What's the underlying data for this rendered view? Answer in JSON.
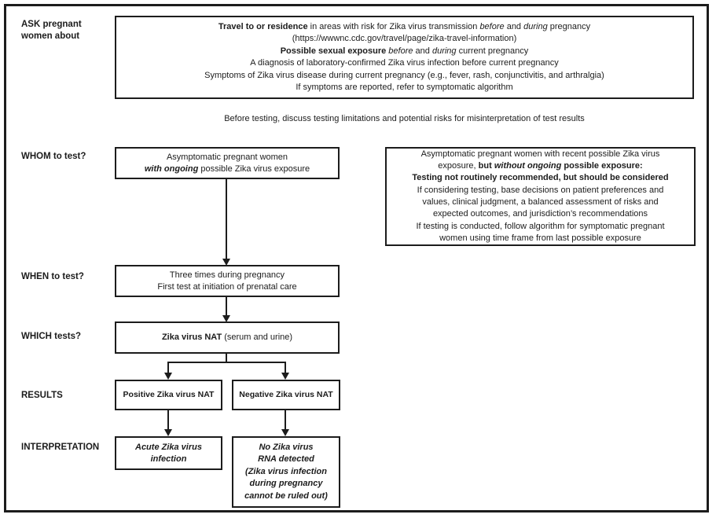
{
  "meta": {
    "description": "CDC algorithm flowchart: Zika virus testing recommendations for asymptomatic pregnant women",
    "text_color": "#1c1c1c",
    "border_color": "#1c1c1c",
    "background_color": "#ffffff"
  },
  "labels": {
    "ask": [
      [
        {
          "t": "ASK pregnant",
          "b": true
        }
      ],
      [
        {
          "t": "women about",
          "b": true
        }
      ]
    ],
    "whom": "WHOM to test?",
    "when": "WHEN to test?",
    "which": "WHICH tests?",
    "results": "RESULTS",
    "interpretation": "INTERPRETATION"
  },
  "ask_box": {
    "lines": [
      [
        {
          "t": "Travel to or residence",
          "b": true
        },
        {
          "t": " in areas with risk for Zika virus transmission "
        },
        {
          "t": "before",
          "i": true
        },
        {
          "t": " and "
        },
        {
          "t": "during",
          "i": true
        },
        {
          "t": " pregnancy"
        }
      ],
      [
        {
          "t": "(https://wwwnc.cdc.gov/travel/page/zika-travel-information)"
        }
      ],
      [
        {
          "t": "Possible sexual exposure",
          "b": true
        },
        {
          "t": " "
        },
        {
          "t": "before",
          "i": true
        },
        {
          "t": " and "
        },
        {
          "t": "during",
          "i": true
        },
        {
          "t": " current pregnancy"
        }
      ],
      [
        {
          "t": "A diagnosis of laboratory-confirmed Zika virus infection before current pregnancy"
        }
      ],
      [
        {
          "t": "Symptoms of Zika virus disease during current pregnancy (e.g., fever, rash, conjunctivitis, and arthralgia)"
        }
      ],
      [
        {
          "t": "If symptoms are reported, refer to symptomatic algorithm"
        }
      ]
    ]
  },
  "pretest_note": "Before testing, discuss testing limitations and potential risks for misinterpretation of test results",
  "whom_box": {
    "lines": [
      [
        {
          "t": "Asymptomatic pregnant women"
        }
      ],
      [
        {
          "t": "with ongoing",
          "b": true,
          "i": true
        },
        {
          "t": " possible Zika virus exposure"
        }
      ]
    ]
  },
  "no_ongoing_exposure_box": {
    "lines": [
      [
        {
          "t": "Asymptomatic pregnant women with recent possible Zika virus"
        }
      ],
      [
        {
          "t": "exposure, "
        },
        {
          "t": "but ",
          "b": true
        },
        {
          "t": "without ongoing",
          "b": true,
          "i": true
        },
        {
          "t": " possible exposure:",
          "b": true
        }
      ],
      [
        {
          "t": "Testing not routinely recommended, but should be considered",
          "b": true
        }
      ],
      [
        {
          "t": "If considering testing, base decisions on patient preferences and"
        }
      ],
      [
        {
          "t": "values, clinical judgment, a balanced assessment of risks and"
        }
      ],
      [
        {
          "t": "expected outcomes, and jurisdiction’s recommendations"
        }
      ],
      [
        {
          "t": "If testing is conducted, follow algorithm for symptomatic pregnant"
        }
      ],
      [
        {
          "t": "women using time frame from last possible exposure"
        }
      ]
    ]
  },
  "when_box": {
    "lines": [
      [
        {
          "t": "Three times during pregnancy"
        }
      ],
      [
        {
          "t": "First test at initiation of prenatal care"
        }
      ]
    ]
  },
  "which_box": {
    "lines": [
      [
        {
          "t": "Zika virus NAT",
          "b": true
        },
        {
          "t": " (serum and urine)"
        }
      ]
    ]
  },
  "results_boxes": {
    "positive": {
      "lines": [
        [
          {
            "t": "Positive Zika virus NAT",
            "b": true
          }
        ]
      ]
    },
    "negative": {
      "lines": [
        [
          {
            "t": "Negative Zika virus NAT",
            "b": true
          }
        ]
      ]
    }
  },
  "interpretation_boxes": {
    "acute": {
      "lines": [
        [
          {
            "t": "Acute Zika virus",
            "b": true,
            "i": true
          }
        ],
        [
          {
            "t": "infection",
            "b": true,
            "i": true
          }
        ]
      ]
    },
    "no_rna": {
      "lines": [
        [
          {
            "t": "No Zika virus",
            "b": true,
            "i": true
          }
        ],
        [
          {
            "t": "RNA detected",
            "b": true,
            "i": true
          }
        ],
        [
          {
            "t": "(Zika virus infection",
            "b": true,
            "i": true
          }
        ],
        [
          {
            "t": "during pregnancy",
            "b": true,
            "i": true
          }
        ],
        [
          {
            "t": "cannot be ruled out)",
            "b": true,
            "i": true
          }
        ]
      ]
    }
  }
}
